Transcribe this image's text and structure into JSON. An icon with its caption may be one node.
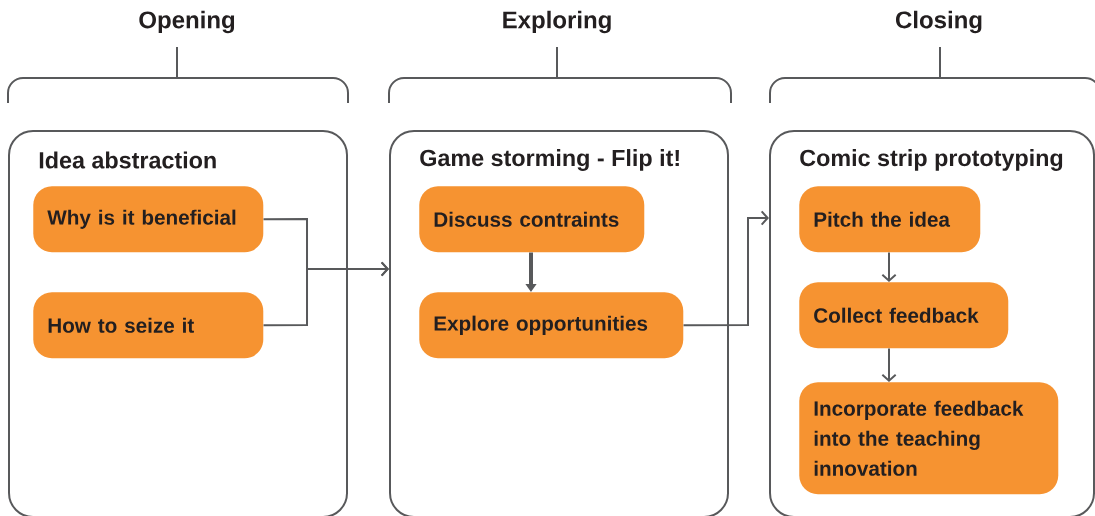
{
  "diagram": {
    "nodes": [
      {
        "text": [
          "Idea abstraction"
        ]
      },
      {
        "text": [
          "Why is it beneficial"
        ],
        "in": 0
      },
      {
        "text": [
          "How to seize it"
        ],
        "in": 0
      },
      {
        "text": [
          "Game storming - Flip it!"
        ]
      },
      {
        "text": [
          "Discuss contraints"
        ],
        "in": 3
      },
      {
        "text": [
          "Explore opportunities"
        ],
        "in": 3
      },
      {
        "text": [
          "Comic strip prototyping"
        ]
      },
      {
        "text": [
          "Pitch the idea"
        ],
        "in": 6
      },
      {
        "text": [
          "Collect feedback"
        ],
        "in": 6
      },
      {
        "text": [
          "Incorporate feedback into the teaching innovation"
        ],
        "in": 6
      }
    ],
    "edges": [
      {
        "from": 1,
        "to": 3,
        "arrow": "to"
      },
      {
        "from": 2,
        "to": 3,
        "arrow": "to"
      },
      {
        "from": 4,
        "to": 5,
        "arrow": "to",
        "style": "thick"
      },
      {
        "from": 5,
        "to": 6,
        "arrow": "to"
      },
      {
        "from": 7,
        "to": 8,
        "arrow": "to"
      },
      {
        "from": 8,
        "to": 9,
        "arrow": "to"
      }
    ],
    "labels": [
      "Opening",
      "Exploring",
      "Closing"
    ]
  }
}
